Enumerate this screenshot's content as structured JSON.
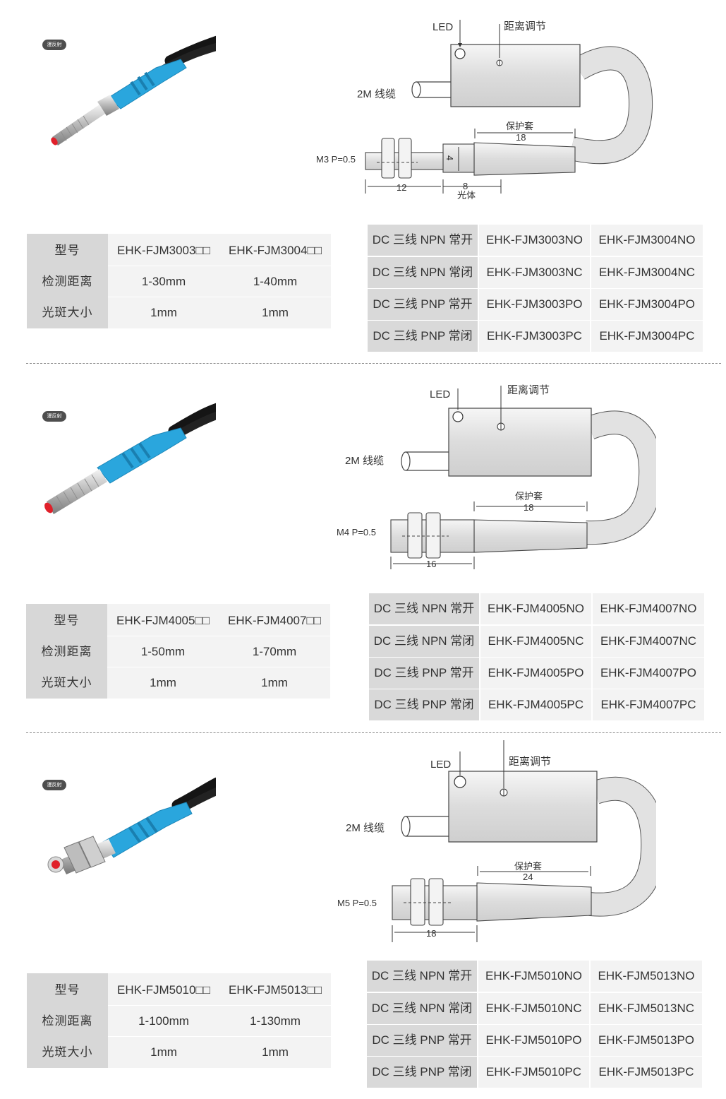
{
  "badge": "漫反射",
  "spec_labels": {
    "model": "型号",
    "distance": "检测距离",
    "spot": "光斑大小"
  },
  "drawing_labels": {
    "led": "LED",
    "adjust": "距离调节",
    "cable": "2M 线缆",
    "sleeve": "保护套",
    "body": "光体"
  },
  "sections": [
    {
      "spec": {
        "models": [
          "EHK-FJM3003□□",
          "EHK-FJM3004□□"
        ],
        "distances": [
          "1-30mm",
          "1-40mm"
        ],
        "spots": [
          "1mm",
          "1mm"
        ]
      },
      "drawing": {
        "thread": "M3 P=0.5",
        "sleeve_len": "18",
        "body_len": "12",
        "tip_len": "8",
        "tip_dia": "4"
      },
      "codes": [
        [
          "DC 三线 NPN 常开",
          "EHK-FJM3003NO",
          "EHK-FJM3004NO"
        ],
        [
          "DC 三线 NPN 常闭",
          "EHK-FJM3003NC",
          "EHK-FJM3004NC"
        ],
        [
          "DC 三线 PNP 常开",
          "EHK-FJM3003PO",
          "EHK-FJM3004PO"
        ],
        [
          "DC 三线 PNP 常闭",
          "EHK-FJM3003PC",
          "EHK-FJM3004PC"
        ]
      ]
    },
    {
      "spec": {
        "models": [
          "EHK-FJM4005□□",
          "EHK-FJM4007□□"
        ],
        "distances": [
          "1-50mm",
          "1-70mm"
        ],
        "spots": [
          "1mm",
          "1mm"
        ]
      },
      "drawing": {
        "thread": "M4 P=0.5",
        "sleeve_len": "18",
        "body_len": "16"
      },
      "codes": [
        [
          "DC 三线 NPN 常开",
          "EHK-FJM4005NO",
          "EHK-FJM4007NO"
        ],
        [
          "DC 三线 NPN 常闭",
          "EHK-FJM4005NC",
          "EHK-FJM4007NC"
        ],
        [
          "DC 三线 PNP 常开",
          "EHK-FJM4005PO",
          "EHK-FJM4007PO"
        ],
        [
          "DC 三线 PNP 常闭",
          "EHK-FJM4005PC",
          "EHK-FJM4007PC"
        ]
      ]
    },
    {
      "spec": {
        "models": [
          "EHK-FJM5010□□",
          "EHK-FJM5013□□"
        ],
        "distances": [
          "1-100mm",
          "1-130mm"
        ],
        "spots": [
          "1mm",
          "1mm"
        ]
      },
      "drawing": {
        "thread": "M5 P=0.5",
        "sleeve_len": "24",
        "body_len": "18"
      },
      "codes": [
        [
          "DC 三线 NPN 常开",
          "EHK-FJM5010NO",
          "EHK-FJM5013NO"
        ],
        [
          "DC 三线 NPN 常闭",
          "EHK-FJM5010NC",
          "EHK-FJM5013NC"
        ],
        [
          "DC 三线 PNP 常开",
          "EHK-FJM5010PO",
          "EHK-FJM5013PO"
        ],
        [
          "DC 三线 PNP 常闭",
          "EHK-FJM5010PC",
          "EHK-FJM5013PC"
        ]
      ]
    }
  ],
  "colors": {
    "sleeve_blue": "#2aa6dd",
    "cable_black": "#151515",
    "header_gray": "#d7d7d7",
    "cell_gray": "#f3f3f3"
  }
}
